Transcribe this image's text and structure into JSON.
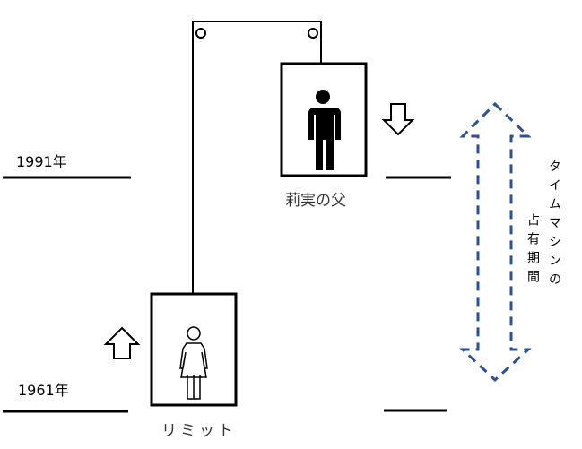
{
  "labels": {
    "year_top": "1991年",
    "year_bottom": "1961年",
    "top_person": "莉実の父",
    "bottom_person": "リミット",
    "period_line1": "タイムマシンの",
    "period_line2": "占有期間"
  },
  "colors": {
    "line": "#000000",
    "dashed_arrow": "#2f528f"
  },
  "icons": {
    "top_figure": "male-person-icon",
    "bottom_figure": "female-person-icon",
    "down": "down-arrow-icon",
    "up": "up-arrow-icon"
  }
}
